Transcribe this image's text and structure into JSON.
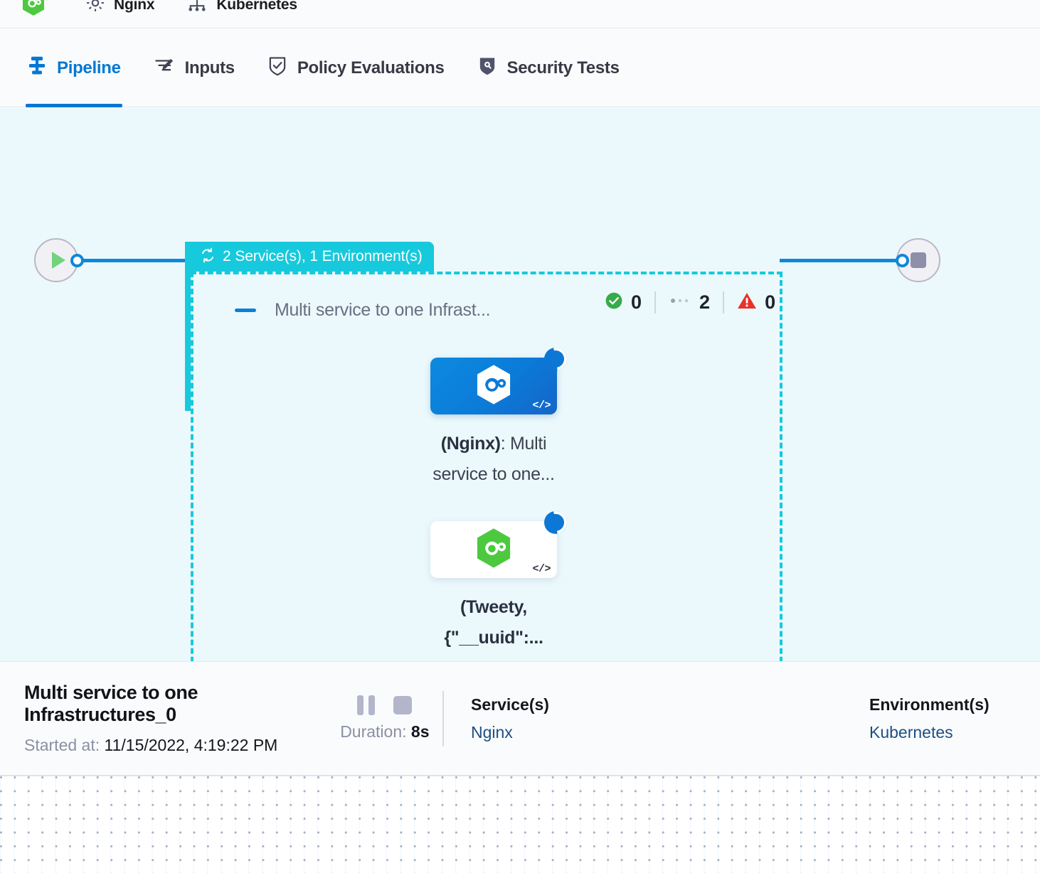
{
  "topbar": {
    "items": [
      {
        "icon": "hexagon-infinity-icon",
        "label": ""
      },
      {
        "icon": "gear-icon",
        "label": "Nginx"
      },
      {
        "icon": "kubernetes-icon",
        "label": "Kubernetes"
      }
    ]
  },
  "tabs": [
    {
      "id": "pipeline",
      "label": "Pipeline",
      "icon": "pipeline-icon",
      "active": true
    },
    {
      "id": "inputs",
      "label": "Inputs",
      "icon": "inputs-icon",
      "active": false
    },
    {
      "id": "policy",
      "label": "Policy Evaluations",
      "icon": "policy-shield-check-icon",
      "active": false
    },
    {
      "id": "security",
      "label": "Security Tests",
      "icon": "security-shield-icon",
      "active": false
    }
  ],
  "canvas": {
    "start_node": {
      "name": "start-node",
      "icon": "play-icon"
    },
    "end_node": {
      "name": "end-node",
      "icon": "stop-icon"
    },
    "group": {
      "badge_icon": "loop-repeat-icon",
      "badge_text": "2 Service(s), 1 Environment(s)",
      "title": "Multi service to one Infrast...",
      "collapse_icon": "minus-icon",
      "stats": [
        {
          "icon": "check-circle-icon",
          "value": "0",
          "color": "#36ab49"
        },
        {
          "icon": "dots-icon",
          "value": "2",
          "color": "#9aa0ad"
        },
        {
          "icon": "warning-triangle-icon",
          "value": "0",
          "color": "#e8322a"
        }
      ],
      "nodes": [
        {
          "id": "nginx",
          "icon": "hexagon-infinity-icon",
          "status_icon": "spinner-icon",
          "code_badge": "</>",
          "label_bold": "(Nginx)",
          "label_rest": ": Multi service to one...",
          "card_style": "blue"
        },
        {
          "id": "tweety",
          "icon": "hexagon-infinity-icon",
          "status_icon": "spinner-icon",
          "code_badge": "</>",
          "label_bold": "(Tweety, {\"__uuid\":...",
          "label_rest": "",
          "card_style": "white"
        }
      ]
    }
  },
  "detail": {
    "title": "Multi service to one Infrastructures_0",
    "started_label": "Started at:",
    "started_value": "11/15/2022, 4:19:22 PM",
    "pause_icon": "pause-icon",
    "stop_icon": "stop-icon",
    "duration_label": "Duration:",
    "duration_value": "8s",
    "services_head": "Service(s)",
    "services_value": "Nginx",
    "env_head": "Environment(s)",
    "env_value": "Kubernetes"
  },
  "colors": {
    "accent_blue": "#0278d4",
    "group_cyan": "#17c9dc",
    "canvas_bg": "#ebf9fd",
    "success_green": "#36ab49",
    "error_red": "#e8322a",
    "link_navy": "#1c4f85"
  }
}
